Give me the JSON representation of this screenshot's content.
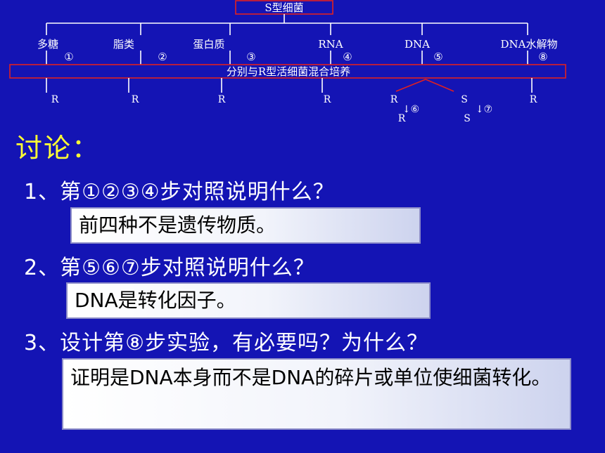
{
  "diagram": {
    "top_label": "S型细菌",
    "components": [
      "多糖",
      "脂类",
      "蛋白质",
      "RNA",
      "DNA",
      "DNA水解物"
    ],
    "step_markers": [
      "①",
      "②",
      "③",
      "④",
      "⑤",
      "⑧"
    ],
    "mix_label": "分别与R型活细菌混合培养",
    "results": [
      "R",
      "R",
      "R",
      "R",
      "R",
      "S",
      "R"
    ],
    "sub_steps": [
      "↓⑥",
      "↓⑦"
    ],
    "sub_results": [
      "R",
      "S"
    ]
  },
  "discussion": {
    "title": "讨论：",
    "q1": "1、第①②③④步对照说明什么？",
    "a1": "前四种不是遗传物质。",
    "q2": "2、第⑤⑥⑦步对照说明什么？",
    "a2": "DNA是转化因子。",
    "q3": "3、设计第⑧步实验，有必要吗？为什么？",
    "a3": "证明是DNA本身而不是DNA的碎片或单位使细菌转化。"
  }
}
